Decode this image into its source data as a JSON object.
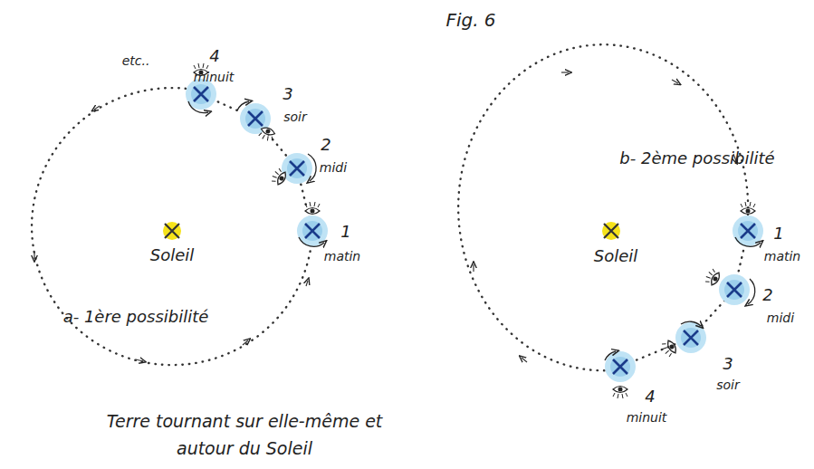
{
  "diagram": {
    "title": "Fig. 6",
    "caption": "Terre tournant sur elle-même et autour du Soleil",
    "labels": [
      "etc..",
      "4",
      "minuit",
      "3",
      "soir",
      "2",
      "midi",
      "1",
      "matin",
      "Soleil",
      "a- 1ère possibilité",
      "b- 2ème possibilité",
      "1",
      "matin",
      "2",
      "midi",
      "3",
      "soir",
      "4",
      "minuit",
      "Soleil"
    ]
  }
}
